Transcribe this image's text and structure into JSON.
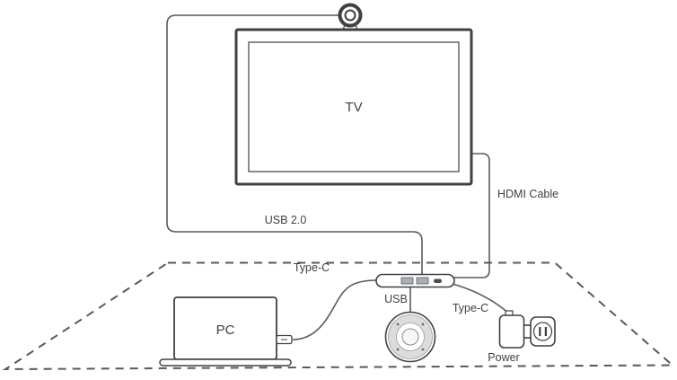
{
  "diagram": {
    "labels": {
      "tv": "TV",
      "pc": "PC",
      "usb_cable": "USB 2.0",
      "hdmi_cable": "HDMI Cable",
      "type_c_left": "Type-C",
      "usb_port": "USB",
      "type_c_right": "Type-C",
      "power": "Power"
    },
    "colors": {
      "outline": "#3f4041",
      "cable": "#58595b",
      "text": "#414042",
      "port_fill": "#a9aeb3"
    }
  }
}
